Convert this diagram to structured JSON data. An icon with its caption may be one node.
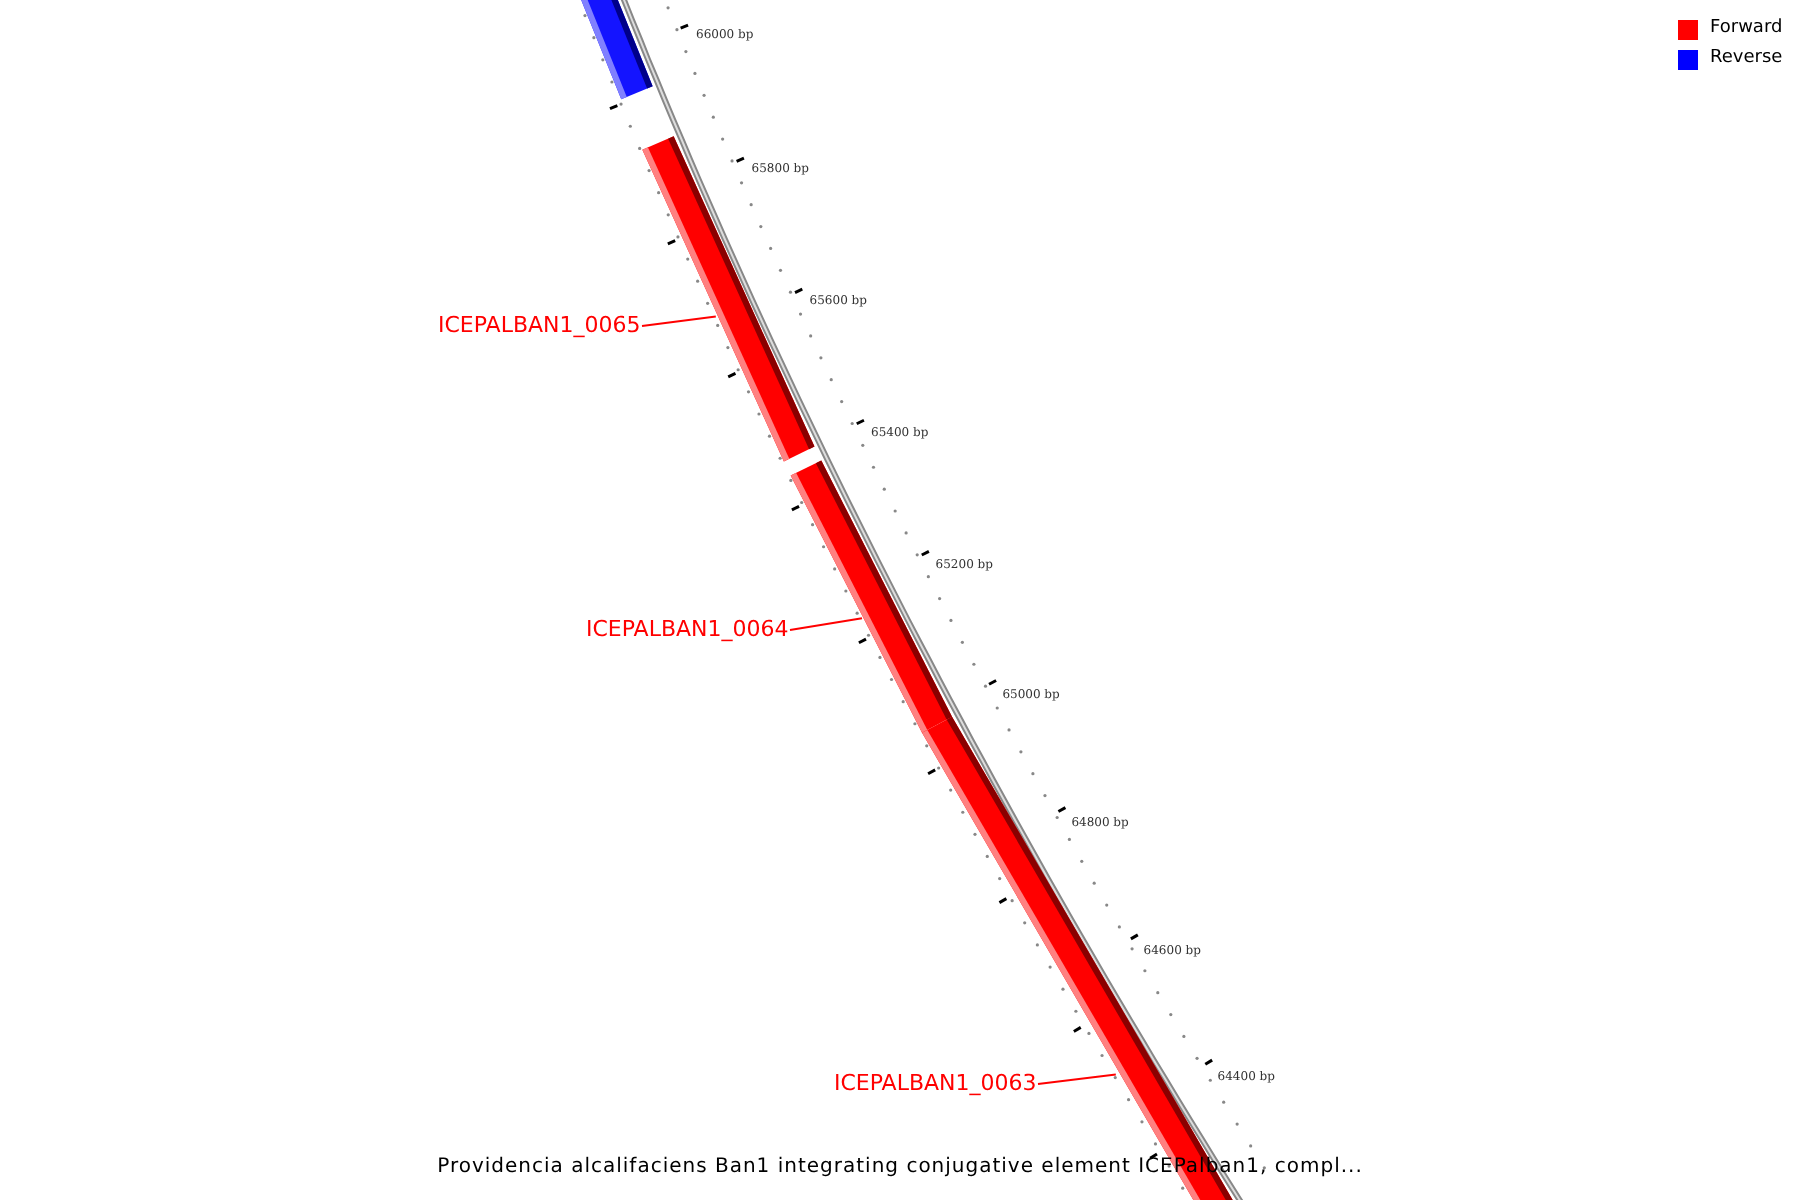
{
  "diagram": {
    "caption": "Providencia alcalifaciens Ban1 integrating conjugative element ICEPalban1, compl...",
    "nodes": [
      {
        "text": [],
        "shape": "bar"
      },
      {
        "text": [],
        "shape": "bar"
      },
      {
        "text": [],
        "shape": "bar"
      },
      {
        "text": [],
        "shape": "bar"
      },
      {
        "text": [
          "ICEPALBAN1_0065"
        ]
      },
      {
        "text": [
          "ICEPALBAN1_0064"
        ]
      },
      {
        "text": [
          "ICEPALBAN1_0063"
        ]
      }
    ],
    "edges": [
      {
        "from": 4,
        "to": 1,
        "arrow": "none"
      },
      {
        "from": 5,
        "to": 2,
        "arrow": "none"
      },
      {
        "from": 6,
        "to": 3,
        "arrow": "none"
      }
    ],
    "labels": [
      "66000 bp",
      "65800 bp",
      "65600 bp",
      "65400 bp",
      "65200 bp",
      "65000 bp",
      "64800 bp",
      "64600 bp",
      "64400 bp"
    ],
    "legend": [
      {
        "text": "Forward",
        "color": "#ff0000"
      },
      {
        "text": "Reverse",
        "color": "#0000ff"
      }
    ]
  }
}
